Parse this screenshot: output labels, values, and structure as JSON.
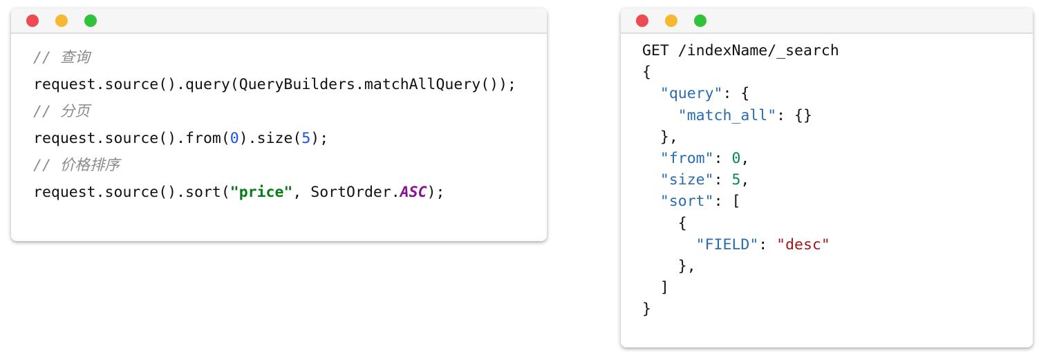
{
  "java_window": {
    "lines": [
      [
        {
          "t": "// 查询",
          "c": "cm"
        }
      ],
      [
        {
          "t": "request.source().query(QueryBuilders.matchAllQuery());",
          "c": ""
        }
      ],
      [
        {
          "t": "// 分页",
          "c": "cm"
        }
      ],
      [
        {
          "t": "request.source().from(",
          "c": ""
        },
        {
          "t": "0",
          "c": "num"
        },
        {
          "t": ").size(",
          "c": ""
        },
        {
          "t": "5",
          "c": "num"
        },
        {
          "t": ");",
          "c": ""
        }
      ],
      [
        {
          "t": "// 价格排序",
          "c": "cm"
        }
      ],
      [
        {
          "t": "request.source().sort(",
          "c": ""
        },
        {
          "t": "\"price\"",
          "c": "str"
        },
        {
          "t": ", SortOrder.",
          "c": ""
        },
        {
          "t": "ASC",
          "c": "kw"
        },
        {
          "t": ");",
          "c": ""
        }
      ]
    ]
  },
  "dsl_window": {
    "lines": [
      [
        {
          "t": "GET /indexName/_search",
          "c": ""
        }
      ],
      [
        {
          "t": "{",
          "c": ""
        }
      ],
      [
        {
          "t": "  ",
          "c": ""
        },
        {
          "t": "\"query\"",
          "c": "key"
        },
        {
          "t": ": {",
          "c": ""
        }
      ],
      [
        {
          "t": "    ",
          "c": ""
        },
        {
          "t": "\"match_all\"",
          "c": "key"
        },
        {
          "t": ": {}",
          "c": ""
        }
      ],
      [
        {
          "t": "  },",
          "c": ""
        }
      ],
      [
        {
          "t": "  ",
          "c": ""
        },
        {
          "t": "\"from\"",
          "c": "key"
        },
        {
          "t": ": ",
          "c": ""
        },
        {
          "t": "0",
          "c": "jnum"
        },
        {
          "t": ",",
          "c": ""
        }
      ],
      [
        {
          "t": "  ",
          "c": ""
        },
        {
          "t": "\"size\"",
          "c": "key"
        },
        {
          "t": ": ",
          "c": ""
        },
        {
          "t": "5",
          "c": "jnum"
        },
        {
          "t": ",",
          "c": ""
        }
      ],
      [
        {
          "t": "  ",
          "c": ""
        },
        {
          "t": "\"sort\"",
          "c": "key"
        },
        {
          "t": ": [",
          "c": ""
        }
      ],
      [
        {
          "t": "    {",
          "c": ""
        }
      ],
      [
        {
          "t": "      ",
          "c": ""
        },
        {
          "t": "\"FIELD\"",
          "c": "key"
        },
        {
          "t": ": ",
          "c": ""
        },
        {
          "t": "\"desc\"",
          "c": "jstr"
        }
      ],
      [
        {
          "t": "    },",
          "c": ""
        }
      ],
      [
        {
          "t": "  ]",
          "c": ""
        }
      ],
      [
        {
          "t": "}",
          "c": ""
        }
      ]
    ]
  }
}
